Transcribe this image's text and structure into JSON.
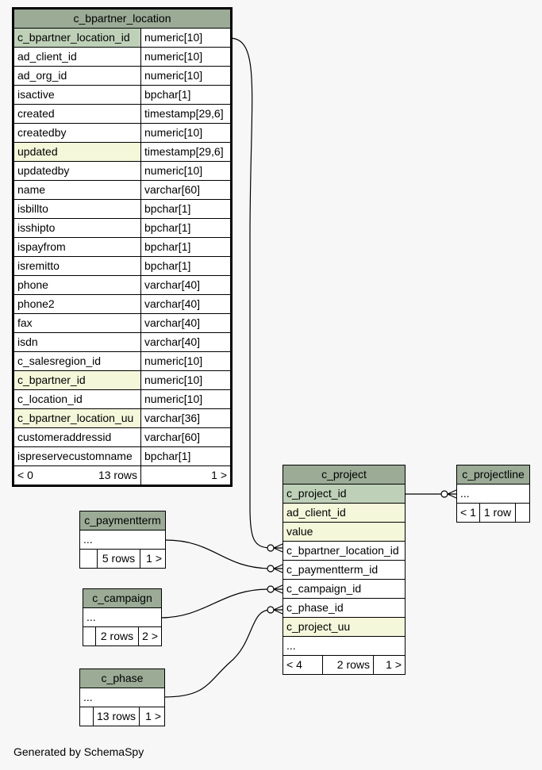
{
  "footer": "Generated by SchemaSpy",
  "tables": {
    "bpl": {
      "name": "c_bpartner_location",
      "rows": [
        {
          "col": "c_bpartner_location_id",
          "type": "numeric[10]",
          "kind": "pk"
        },
        {
          "col": "ad_client_id",
          "type": "numeric[10]",
          "kind": ""
        },
        {
          "col": "ad_org_id",
          "type": "numeric[10]",
          "kind": ""
        },
        {
          "col": "isactive",
          "type": "bpchar[1]",
          "kind": ""
        },
        {
          "col": "created",
          "type": "timestamp[29,6]",
          "kind": ""
        },
        {
          "col": "createdby",
          "type": "numeric[10]",
          "kind": ""
        },
        {
          "col": "updated",
          "type": "timestamp[29,6]",
          "kind": "idx"
        },
        {
          "col": "updatedby",
          "type": "numeric[10]",
          "kind": ""
        },
        {
          "col": "name",
          "type": "varchar[60]",
          "kind": ""
        },
        {
          "col": "isbillto",
          "type": "bpchar[1]",
          "kind": ""
        },
        {
          "col": "isshipto",
          "type": "bpchar[1]",
          "kind": ""
        },
        {
          "col": "ispayfrom",
          "type": "bpchar[1]",
          "kind": ""
        },
        {
          "col": "isremitto",
          "type": "bpchar[1]",
          "kind": ""
        },
        {
          "col": "phone",
          "type": "varchar[40]",
          "kind": ""
        },
        {
          "col": "phone2",
          "type": "varchar[40]",
          "kind": ""
        },
        {
          "col": "fax",
          "type": "varchar[40]",
          "kind": ""
        },
        {
          "col": "isdn",
          "type": "varchar[40]",
          "kind": ""
        },
        {
          "col": "c_salesregion_id",
          "type": "numeric[10]",
          "kind": ""
        },
        {
          "col": "c_bpartner_id",
          "type": "numeric[10]",
          "kind": "idx"
        },
        {
          "col": "c_location_id",
          "type": "numeric[10]",
          "kind": ""
        },
        {
          "col": "c_bpartner_location_uu",
          "type": "varchar[36]",
          "kind": "idx"
        },
        {
          "col": "customeraddressid",
          "type": "varchar[60]",
          "kind": ""
        },
        {
          "col": "ispreservecustomname",
          "type": "bpchar[1]",
          "kind": ""
        }
      ],
      "footer": {
        "parents": "< 0",
        "rows": "13 rows",
        "children": "1 >"
      }
    },
    "project": {
      "name": "c_project",
      "rows": [
        {
          "col": "c_project_id",
          "kind": "pk"
        },
        {
          "col": "ad_client_id",
          "kind": "idx"
        },
        {
          "col": "value",
          "kind": "idx"
        },
        {
          "col": "c_bpartner_location_id",
          "kind": ""
        },
        {
          "col": "c_paymentterm_id",
          "kind": ""
        },
        {
          "col": "c_campaign_id",
          "kind": ""
        },
        {
          "col": "c_phase_id",
          "kind": ""
        },
        {
          "col": "c_project_uu",
          "kind": "idx"
        },
        {
          "col": "...",
          "kind": ""
        }
      ],
      "footer": {
        "parents": "< 4",
        "rows": "2 rows",
        "children": "1 >"
      }
    },
    "projectline": {
      "name": "c_projectline",
      "ellipsis": "...",
      "footer": {
        "parents": "< 1",
        "rows": "1 row",
        "children": ""
      }
    },
    "paymentterm": {
      "name": "c_paymentterm",
      "ellipsis": "...",
      "footer": {
        "parents": "",
        "rows": "5 rows",
        "children": "1 >"
      }
    },
    "campaign": {
      "name": "c_campaign",
      "ellipsis": "...",
      "footer": {
        "parents": "",
        "rows": "2 rows",
        "children": "2 >"
      }
    },
    "phase": {
      "name": "c_phase",
      "ellipsis": "...",
      "footer": {
        "parents": "",
        "rows": "13 rows",
        "children": "1 >"
      }
    }
  }
}
